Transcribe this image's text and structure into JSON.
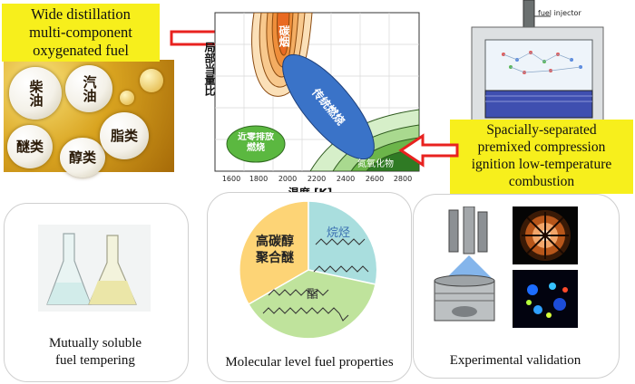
{
  "top_left_box": {
    "line1": "Wide distillation",
    "line2": "multi-component",
    "line3": "oxygenated fuel"
  },
  "fuel_types": [
    "柴油",
    "汽油",
    "醚类",
    "醇类",
    "脂类"
  ],
  "combustion_chart": {
    "y_label": "局部当量比",
    "x_label": "温度 [K]",
    "x_ticks": [
      "1600",
      "1800",
      "2000",
      "2200",
      "2400",
      "2600",
      "2800"
    ],
    "soot_label": "碳烟",
    "traditional_label": "传统燃烧",
    "near_zero_label": "近零排放燃烧",
    "nox_label": "氮氧化物"
  },
  "engine": {
    "injector_label": "fuel injector"
  },
  "top_right_box": {
    "line1": "Spacially-separated",
    "line2": "premixed compression",
    "line3": "ignition low-temperature",
    "line4": "combustion"
  },
  "pie": {
    "left_label": "高碳醇聚合醚",
    "top_right_label": "烷烃",
    "bottom_label": "酯",
    "colors": {
      "left": "#fdd476",
      "top_right": "#a9dede",
      "bottom": "#bfe39c"
    }
  },
  "captions": {
    "left_line1": "Mutually soluble",
    "left_line2": "fuel tempering",
    "middle": "Molecular level fuel properties",
    "right": "Experimental validation"
  },
  "colors": {
    "highlight_yellow": "#f7ef1c",
    "arrow_red": "#e8221f",
    "ellipse_blue": "#3a73c8"
  }
}
